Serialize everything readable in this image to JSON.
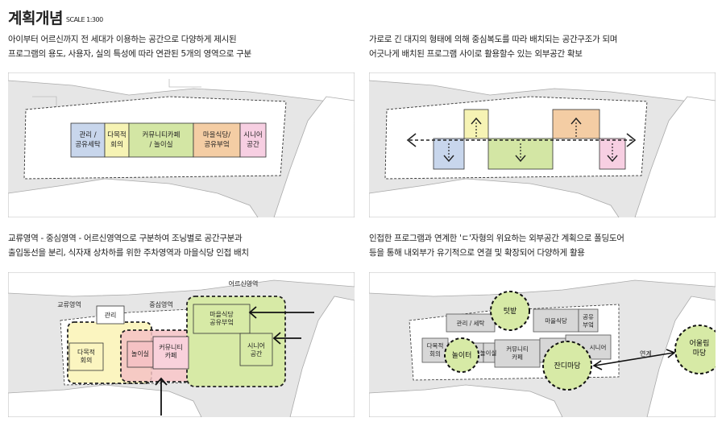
{
  "header": {
    "title": "계획개념",
    "scale": "SCALE 1:300"
  },
  "panel1": {
    "caption_line1": "아이부터 어르신까지 전 세대가 이용하는 공간으로 다양하게 제시된",
    "caption_line2": "프로그램의 용도, 사용자, 실의 특성에 따라 연관된 5개의 영역으로 구분",
    "zones": [
      {
        "line1": "관리 /",
        "line2": "공유세탁",
        "color": "#c8d6ec"
      },
      {
        "line1": "다목적",
        "line2": "회의",
        "color": "#f6f3b4"
      },
      {
        "line1": "커뮤니티카페",
        "line2": "/ 놀이실",
        "color": "#d3e6a4"
      },
      {
        "line1": "마을식당/",
        "line2": "공유부엌",
        "color": "#f4cda4"
      },
      {
        "line1": "시니어",
        "line2": "공간",
        "color": "#f7cfe2"
      }
    ]
  },
  "panel2": {
    "caption_line1": "가로로 긴 대지의 형태에 의해 중심복도를 따라 배치되는 공간구조가 되며",
    "caption_line2": "어긋나게 배치된 프로그램 사이로 활용할수 있는 외부공간 확보"
  },
  "panel3": {
    "caption_line1": "교류영역 - 중심영역 - 어르신영역으로 구분하여 조닝별로 공간구분과",
    "caption_line2": "출입동선을 분리, 식자재 상차하를 위한 주차영역과 마을식당 인접 배치",
    "zone_labels": {
      "exchange": "교류영역",
      "central": "중심영역",
      "senior": "어르신영역"
    },
    "rooms": {
      "admin": "관리",
      "multi_l1": "다목적",
      "multi_l2": "회의",
      "play": "놀이실",
      "cafe_l1": "커뮤니티",
      "cafe_l2": "카페",
      "kitchen_l1": "마을식당",
      "kitchen_l2": "공유부엌",
      "senior_l1": "시니어",
      "senior_l2": "공간"
    },
    "colors": {
      "exchange": "#fbf5c0",
      "central": "#f5c2c4",
      "senior": "#d7eaa6",
      "cafe": "#f9d1db"
    }
  },
  "panel4": {
    "caption_line1": "인접한 프로그램과 연계한 'ㄷ'자형의 위요하는 외부공간 계획으로 폴딩도어",
    "caption_line2": "등을 통해 내외부가 유기적으로 연결 및 확장되어 다양하게 활용",
    "rooms": {
      "admin": "관리 / 세탁",
      "kitchen": "마을식당",
      "share_l1": "공유",
      "share_l2": "부엌",
      "multi_l1": "다목적",
      "multi_l2": "회의",
      "play": "놀이실",
      "cafe_l1": "커뮤니티",
      "cafe_l2": "카페",
      "senior": "시니어"
    },
    "circles": {
      "garden": "텃밭",
      "playground": "놀이터",
      "lawn": "잔디마당",
      "together_l1": "어울림",
      "together_l2": "마당"
    },
    "link_label": "연계",
    "colors": {
      "room": "#d7d7d7",
      "circle": "#d7eaa6"
    }
  }
}
